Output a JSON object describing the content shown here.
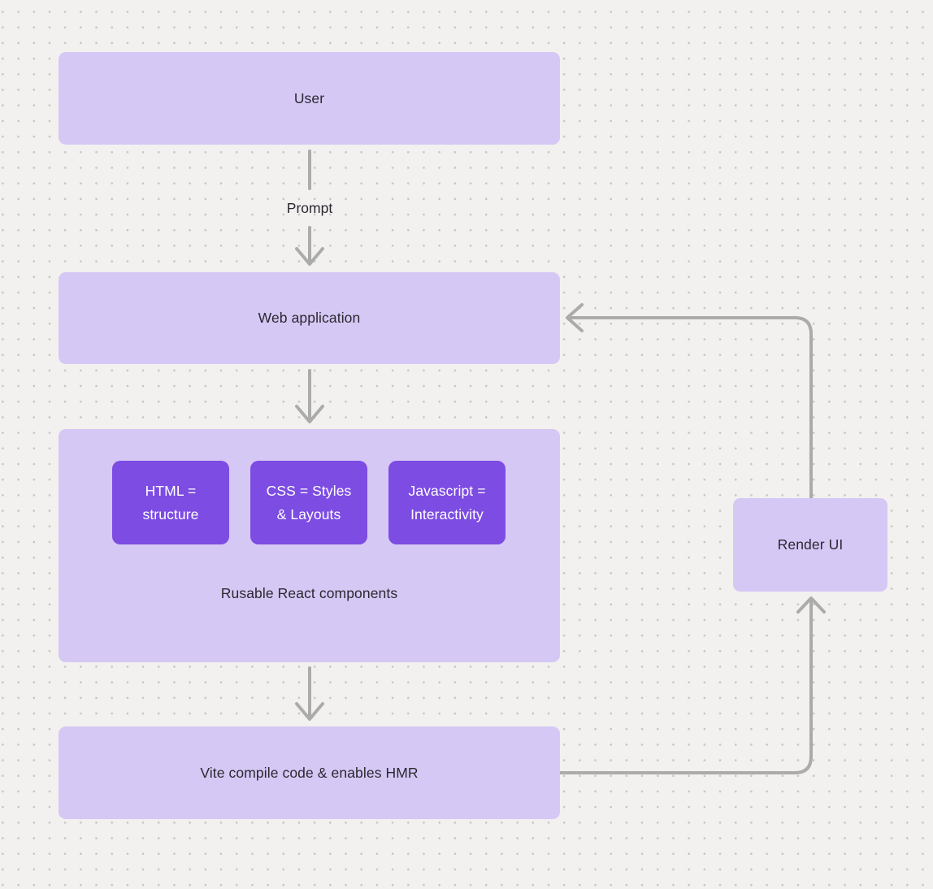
{
  "canvas": {
    "background": "#f2f1ef",
    "dot_color": "#c8c6c3"
  },
  "colors": {
    "node_fill": "#d6c8f5",
    "tech_fill": "#7c4ce3",
    "tech_text": "#ffffff",
    "node_text": "#2a2830",
    "arrow": "#ababab"
  },
  "nodes": {
    "user": {
      "label": "User"
    },
    "web_application": {
      "label": "Web application"
    },
    "react_components": {
      "label": "Rusable React components",
      "children": [
        {
          "label": "HTML = structure"
        },
        {
          "label": "CSS = Styles & Layouts"
        },
        {
          "label": "Javascript = Interactivity"
        }
      ]
    },
    "vite": {
      "label": "Vite compile code & enables HMR"
    },
    "render_ui": {
      "label": "Render UI"
    }
  },
  "edges": {
    "user_to_webapp_label": "Prompt"
  }
}
